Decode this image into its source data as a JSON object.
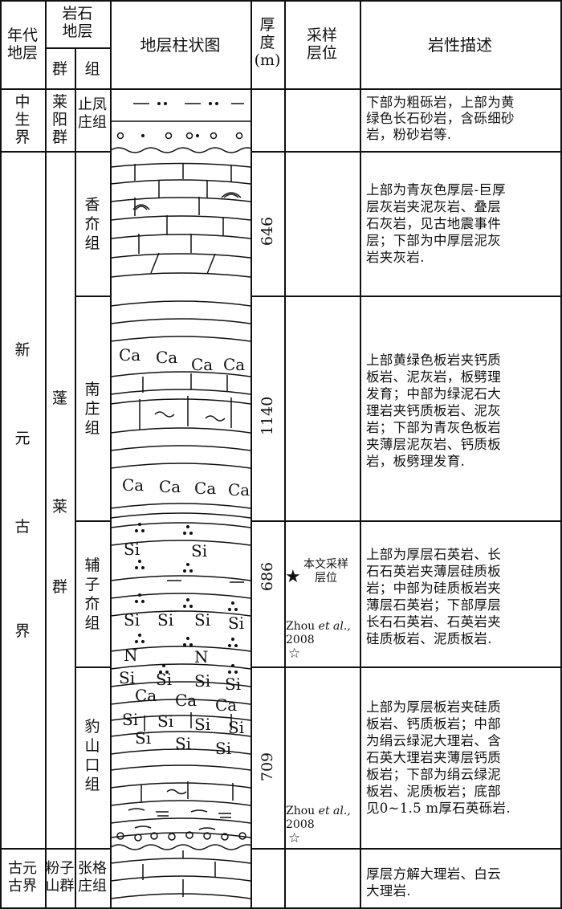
{
  "header": {
    "era": [
      "年代",
      "地层"
    ],
    "lith_strat": [
      "岩石",
      "地层"
    ],
    "group": "群",
    "formation": "组",
    "column": "地层柱状图",
    "thickness": [
      "厚",
      "度",
      "(m)"
    ],
    "sampling": [
      "采样",
      "层位"
    ],
    "lithology": "岩性描述"
  },
  "eras": [
    {
      "chars": [
        "中",
        "生",
        "界"
      ]
    },
    {
      "chars": [
        "新",
        "元",
        "古",
        "界"
      ]
    },
    {
      "chars": [
        "古元",
        "古界"
      ]
    }
  ],
  "groups": [
    {
      "chars": [
        "莱",
        "阳",
        "群"
      ]
    },
    {
      "chars": [
        "蓬",
        "莱",
        "群"
      ]
    },
    {
      "chars": [
        "粉子",
        "山群"
      ]
    }
  ],
  "formations": [
    {
      "chars": [
        "止凤",
        "庄组"
      ]
    },
    {
      "chars": [
        "香",
        "夼",
        "组"
      ]
    },
    {
      "chars": [
        "南",
        "庄",
        "组"
      ]
    },
    {
      "chars": [
        "辅",
        "子",
        "夼",
        "组"
      ]
    },
    {
      "chars": [
        "豹",
        "山",
        "口",
        "组"
      ]
    },
    {
      "chars": [
        "张格",
        "庄组"
      ]
    }
  ],
  "thickness": [
    "646",
    "1140",
    "686",
    "709"
  ],
  "sampling": {
    "this_study": [
      "本文采样",
      "层位"
    ],
    "zhou1_name": "Zhou",
    "zhou1_etal": "et al.,",
    "zhou1_year": "2008",
    "zhou2_name": "Zhou",
    "zhou2_etal": "et al.,",
    "zhou2_year": "2008",
    "star_filled": "★",
    "star_hollow": "☆"
  },
  "descriptions": [
    {
      "lines": [
        "下部为粗砾岩，上部为黄",
        "绿色长石砂岩，含砾细砂",
        "岩，粉砂岩等."
      ]
    },
    {
      "lines": [
        "上部为青灰色厚层-巨厚",
        "层灰岩夹泥灰岩、叠层",
        "石灰岩，见古地震事件",
        "层；下部为中厚层泥灰",
        "岩夹灰岩."
      ]
    },
    {
      "lines": [
        "上部黄绿色板岩夹钙质",
        "板岩、泥灰岩，板劈理",
        "发育；中部为绿泥石大",
        "理岩夹钙质板岩、泥灰",
        "岩；下部为青灰色板岩",
        "夹薄层泥灰岩、钙质板",
        "岩，板劈理发育."
      ]
    },
    {
      "lines": [
        "上部为厚层石英岩、长",
        "石石英岩夹薄层硅质板",
        "岩；中部为硅质板岩夹",
        "薄层石英岩；下部厚层",
        "长石石英岩、石英岩夹",
        "硅质板岩、泥质板岩."
      ]
    },
    {
      "lines": [
        "上部为厚层板岩夹硅质",
        "板岩、钙质板岩；中部",
        "为绢云绿泥大理岩、含",
        "石英大理岩夹薄层钙质",
        "板岩；下部为绢云绿泥",
        "板岩、泥质板岩；底部",
        "见0~1.5 m厚石英砾岩."
      ]
    },
    {
      "lines": [
        "厚层方解大理岩、白云",
        "大理岩."
      ]
    }
  ],
  "column_symbols": {
    "ca": "Ca",
    "si": "Si",
    "n": "N"
  }
}
